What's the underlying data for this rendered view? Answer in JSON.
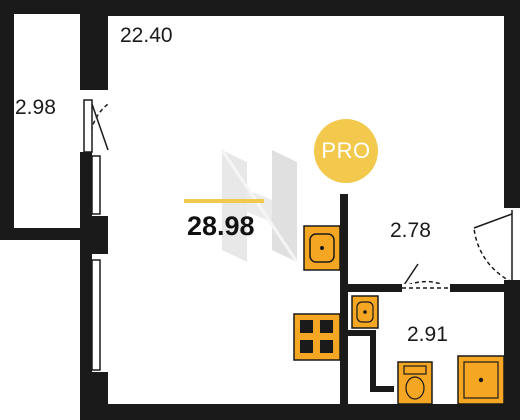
{
  "plan": {
    "rooms": {
      "main_area": "22.40",
      "balcony_area": "2.98",
      "hall_area": "2.78",
      "bathroom_area": "2.91"
    },
    "total_area": "28.98",
    "badge": "PRO",
    "colors": {
      "wall": "#1a1a1a",
      "accent": "#f2c94c",
      "fixture_fill": "#f5a623",
      "watermark": "#cfcfcf"
    }
  }
}
